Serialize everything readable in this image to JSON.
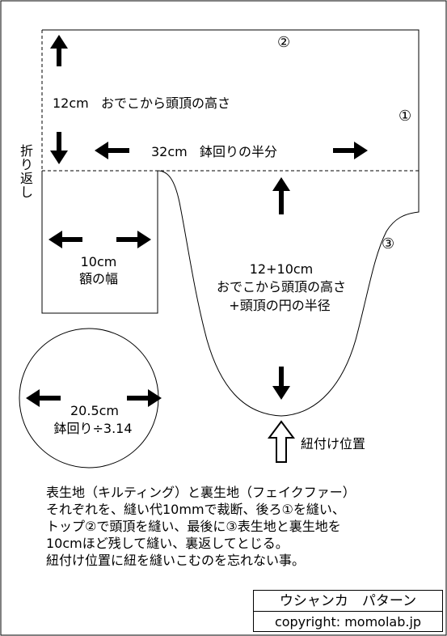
{
  "labels": {
    "marker_2": "②",
    "marker_1": "①",
    "marker_3": "③",
    "height_value": "12cm",
    "height_desc": "おでこから頭頂の高さ",
    "half_circ_value": "32cm",
    "half_circ_desc": "鉢回りの半分",
    "fold_chars": [
      "折",
      "り",
      "返",
      "し"
    ],
    "forehead_value": "10cm",
    "forehead_desc": "額の幅",
    "flap_value": "12+10cm",
    "flap_desc_1": "おでこから頭頂の高さ",
    "flap_desc_2": "+頭頂の円の半径",
    "circle_value": "20.5cm",
    "circle_desc": "鉢回り÷3.14",
    "string_position": "紐付け位置"
  },
  "instructions": [
    "表生地（キルティング）と裏生地（フェイクファー）",
    "それぞれを、縫い代10mmで裁断、後ろ①を縫い、",
    "トップ②で頭頂を縫い、最後に③表生地と裏生地を",
    "10cmほど残して縫い、裏返してとじる。",
    "紐付け位置に紐を縫いこむのを忘れない事。"
  ],
  "title": "ウシャンカ　パターン",
  "copyright": "copyright: momolab.jp"
}
